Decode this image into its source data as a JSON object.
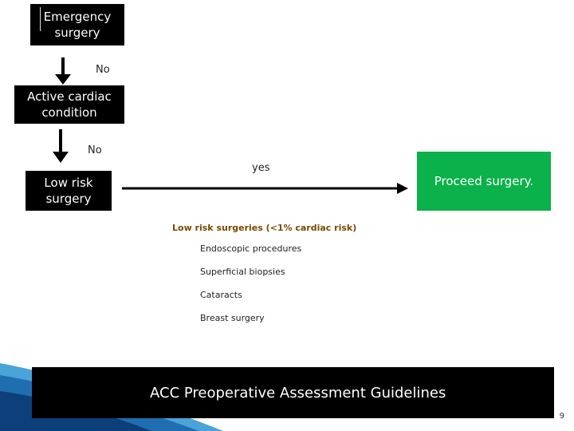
{
  "flow": {
    "emergency": "Emergency\nsurgery",
    "no1": "No",
    "active": "Active cardiac\ncondition",
    "no2": "No",
    "lowrisk": "Low risk\nsurgery",
    "yes": "yes",
    "proceed": "Proceed surgery."
  },
  "list": {
    "title": "Low risk surgeries (<1% cardiac risk)",
    "items": [
      "Endoscopic procedures",
      "Superficial biopsies",
      "Cataracts",
      "Breast surgery"
    ]
  },
  "footer": {
    "title": "ACC Preoperative Assessment Guidelines",
    "page": "9"
  },
  "colors": {
    "box": "#000000",
    "proceed": "#0bb14a"
  }
}
